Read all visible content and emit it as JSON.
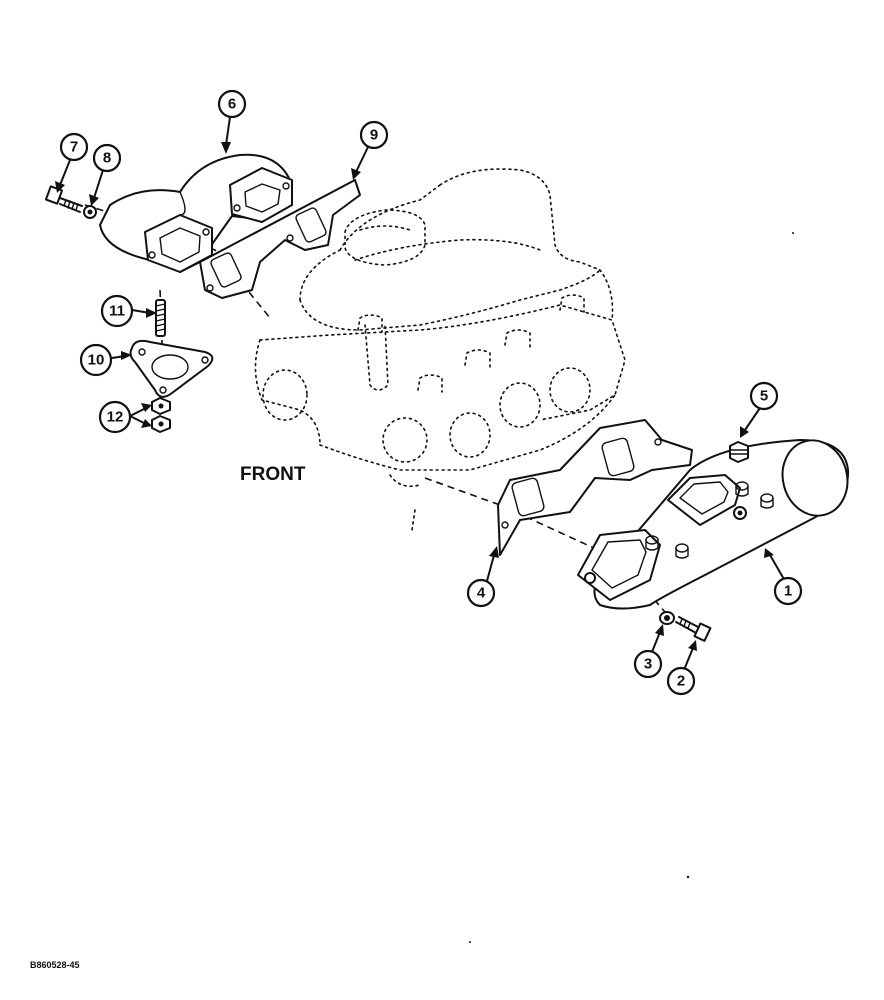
{
  "callouts": [
    "1",
    "2",
    "3",
    "4",
    "5",
    "6",
    "7",
    "8",
    "9",
    "10",
    "11",
    "12"
  ],
  "front_label": "FRONT",
  "figure_id": "B860528-45"
}
